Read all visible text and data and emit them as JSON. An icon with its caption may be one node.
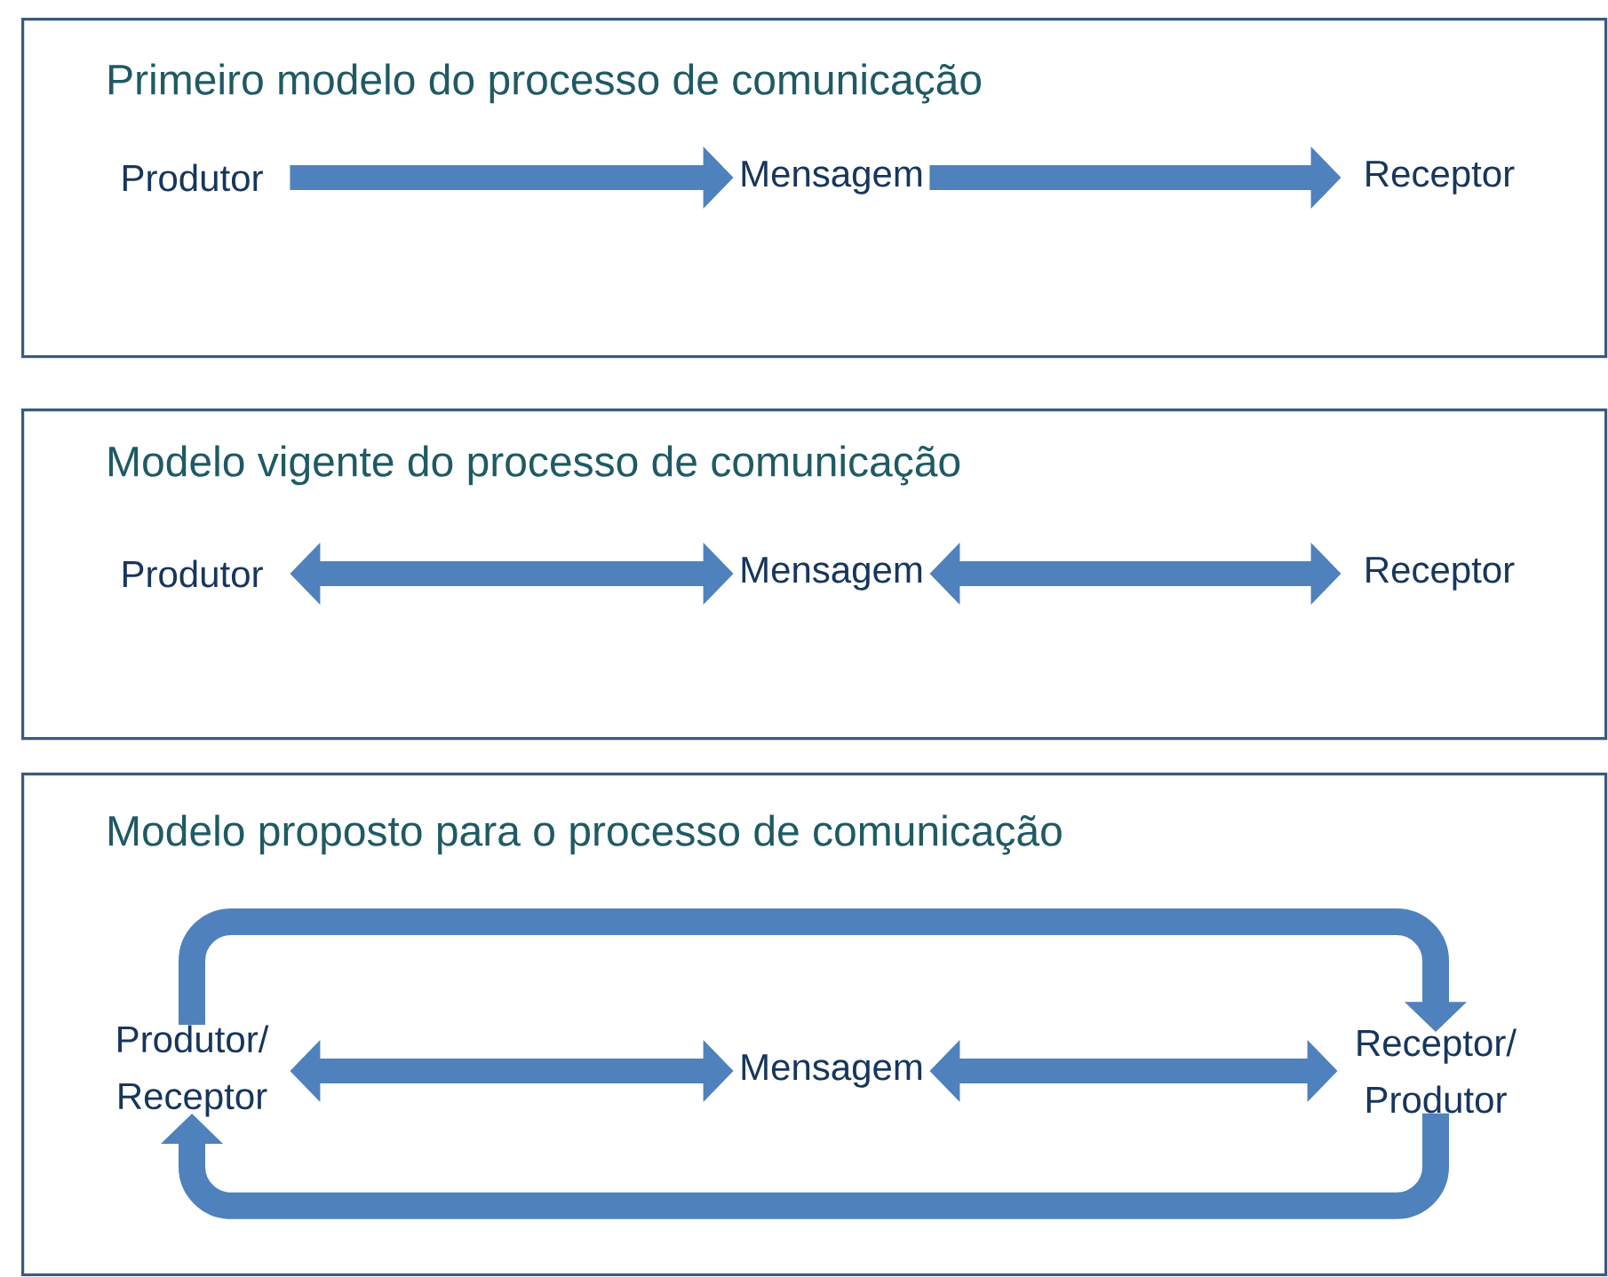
{
  "diagram": {
    "nodes": [
      {
        "text": [
          "Primeiro modelo do processo de comunicação"
        ]
      },
      {
        "text": [
          "Produtor"
        ],
        "in": 0
      },
      {
        "text": [
          "Mensagem"
        ],
        "in": 0
      },
      {
        "text": [
          "Receptor"
        ],
        "in": 0
      },
      {
        "text": [
          "Modelo vigente do processo de comunicação"
        ]
      },
      {
        "text": [
          "Produtor"
        ],
        "in": 4
      },
      {
        "text": [
          "Mensagem"
        ],
        "in": 4
      },
      {
        "text": [
          "Receptor"
        ],
        "in": 4
      },
      {
        "text": [
          "Modelo proposto para o processo de comunicação"
        ]
      },
      {
        "text": [
          "Produtor/ Receptor"
        ],
        "in": 8
      },
      {
        "text": [
          "Mensagem"
        ],
        "in": 8
      },
      {
        "text": [
          "Receptor/ Produtor"
        ],
        "in": 8
      }
    ],
    "edges": [
      {
        "from": 1,
        "to": 2,
        "arrow": "to"
      },
      {
        "from": 2,
        "to": 3,
        "arrow": "to"
      },
      {
        "from": 5,
        "to": 6,
        "arrow": "both"
      },
      {
        "from": 6,
        "to": 7,
        "arrow": "both"
      },
      {
        "from": 9,
        "to": 10,
        "arrow": "both"
      },
      {
        "from": 10,
        "to": 11,
        "arrow": "both"
      },
      {
        "from": 9,
        "to": 11,
        "arrow": "to"
      },
      {
        "from": 11,
        "to": 9,
        "arrow": "to"
      }
    ]
  }
}
